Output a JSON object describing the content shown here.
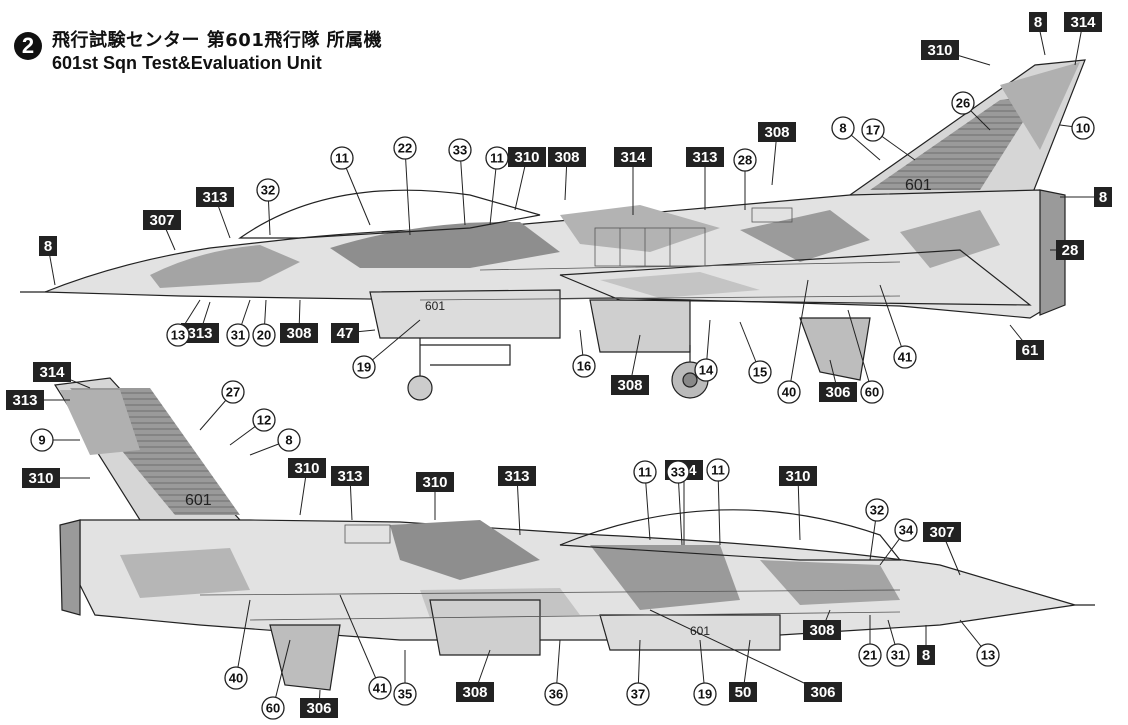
{
  "header": {
    "number": "2",
    "title_jp": "飛行試験センター 第601飛行隊 所属機",
    "title_en": "601st Sqn Test&Evaluation Unit"
  },
  "aircraft_marking": "601",
  "colors": {
    "camo_dark": "#8a8a8a",
    "camo_mid": "#b8b8b8",
    "camo_light": "#dcdcdc",
    "line": "#222222",
    "label_box": "#222222"
  },
  "callouts_top": {
    "boxes": [
      "8",
      "314",
      "310",
      "8",
      "28",
      "313",
      "307",
      "8",
      "313",
      "310",
      "308",
      "314",
      "313",
      "308",
      "47",
      "308",
      "308",
      "306",
      "61"
    ],
    "circles": [
      "26",
      "17",
      "10",
      "8",
      "11",
      "22",
      "33",
      "11",
      "32",
      "28",
      "13",
      "31",
      "20",
      "19",
      "16",
      "14",
      "15",
      "40",
      "60",
      "41"
    ]
  },
  "callouts_bottom": {
    "boxes": [
      "314",
      "313",
      "310",
      "310",
      "313",
      "310",
      "313",
      "314",
      "310",
      "307",
      "308",
      "8",
      "306",
      "308",
      "306",
      "50"
    ],
    "circles": [
      "27",
      "12",
      "9",
      "8",
      "11",
      "33",
      "11",
      "32",
      "34",
      "21",
      "31",
      "13",
      "40",
      "41",
      "35",
      "36",
      "37",
      "19",
      "60"
    ]
  }
}
